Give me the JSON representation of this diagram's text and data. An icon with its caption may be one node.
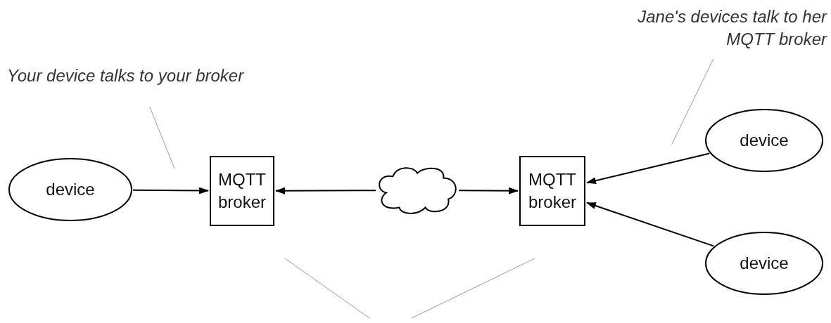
{
  "diagram": {
    "nodes": [
      {
        "text": [
          "Your device talks to your broker"
        ]
      },
      {
        "text": [
          "Jane's devices talk to her MQTT broker"
        ]
      },
      {
        "text": [
          "device"
        ]
      },
      {
        "text": [
          "MQTT broker"
        ]
      },
      {
        "text": [],
        "shape": "cloud"
      },
      {
        "text": [
          "MQTT broker"
        ]
      },
      {
        "text": [
          "device"
        ]
      },
      {
        "text": [
          "device"
        ]
      }
    ],
    "edges": [
      {
        "from": 2,
        "to": 3,
        "arrow": "to"
      },
      {
        "from": 4,
        "to": 3,
        "arrow": "to"
      },
      {
        "from": 4,
        "to": 5,
        "arrow": "to"
      },
      {
        "from": 6,
        "to": 5,
        "arrow": "to"
      },
      {
        "from": 7,
        "to": 5,
        "arrow": "to"
      },
      {
        "from": 0,
        "to": null,
        "arrow": "none",
        "color": "#999999"
      },
      {
        "from": 1,
        "to": null,
        "arrow": "none",
        "color": "#999999"
      }
    ]
  }
}
